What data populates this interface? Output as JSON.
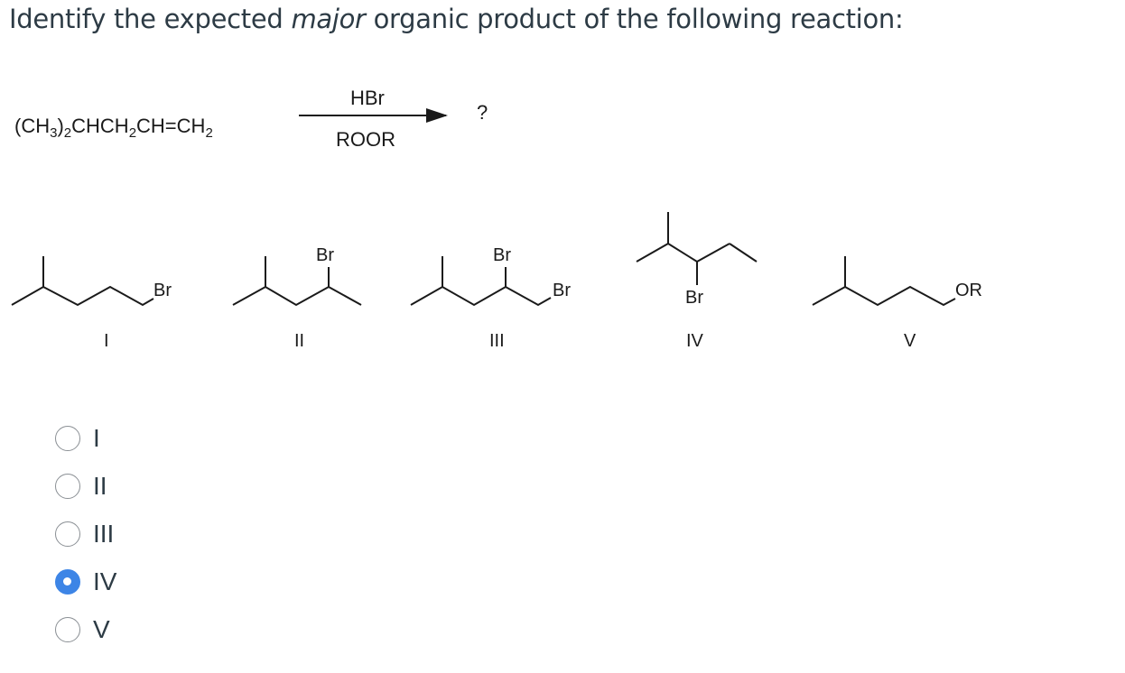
{
  "question": {
    "prefix": "Identify the expected ",
    "emphasis": "major",
    "suffix": " organic product of the following reaction:"
  },
  "reaction": {
    "reactant": {
      "part1": "(CH",
      "sub1": "3",
      "part2": ")",
      "sub2": "2",
      "part3": "CHCH",
      "sub3": "2",
      "part4": "CH=CH",
      "sub4": "2"
    },
    "reagent_above": "HBr",
    "reagent_below": "ROOR",
    "product": "?"
  },
  "structures": [
    {
      "numeral": "I",
      "labels": [
        "Br"
      ]
    },
    {
      "numeral": "II",
      "labels": [
        "Br"
      ]
    },
    {
      "numeral": "III",
      "labels": [
        "Br",
        "Br"
      ]
    },
    {
      "numeral": "IV",
      "labels": [
        "Br"
      ]
    },
    {
      "numeral": "V",
      "labels": [
        "OR"
      ]
    }
  ],
  "options": [
    {
      "label": "I",
      "selected": false
    },
    {
      "label": "II",
      "selected": false
    },
    {
      "label": "III",
      "selected": false
    },
    {
      "label": "IV",
      "selected": true
    },
    {
      "label": "V",
      "selected": false
    }
  ],
  "colors": {
    "selected_radio": "#3d85e6",
    "question_text": "#2d3b45"
  }
}
